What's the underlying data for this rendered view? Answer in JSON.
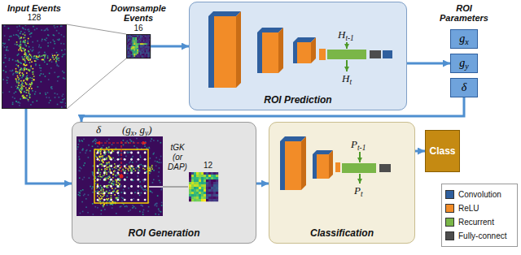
{
  "diagram": {
    "nodes": [
      {
        "text": [
          "Input Events"
        ]
      },
      {
        "text": [
          "Downsample Events"
        ]
      },
      {
        "text": [
          "ROI Prediction"
        ]
      },
      {
        "text": [
          "gx"
        ]
      },
      {
        "text": [
          "gy"
        ]
      },
      {
        "text": [
          "δ"
        ]
      },
      {
        "text": [
          "ROI Generation"
        ]
      },
      {
        "text": [
          "Classification"
        ]
      },
      {
        "text": [
          "Class"
        ]
      }
    ],
    "edges": [
      {
        "from": 0,
        "to": 1,
        "arrow": "none"
      },
      {
        "from": 1,
        "to": 2,
        "arrow": "to"
      },
      {
        "from": 2,
        "to": 4,
        "arrow": "to"
      },
      {
        "from": 5,
        "to": 6,
        "arrow": "to"
      },
      {
        "from": 0,
        "to": 6,
        "arrow": "to"
      },
      {
        "from": 6,
        "to": 7,
        "arrow": "to"
      },
      {
        "from": 7,
        "to": 8,
        "arrow": "to"
      }
    ],
    "labels": [
      "128",
      "16",
      "Ht-1",
      "Ht",
      "ROI Parameters",
      "δ",
      "(gx, gy)",
      "tGK (or DAP)",
      "12",
      "Pt-1",
      "Pt"
    ],
    "legend": [
      {
        "text": "Convolution",
        "color": "#2f5f9e"
      },
      {
        "text": "ReLU",
        "color": "#f28c28"
      },
      {
        "text": "Recurrent",
        "color": "#7ab648"
      },
      {
        "text": "Fully-connect",
        "color": "#4d4d4d"
      }
    ]
  }
}
